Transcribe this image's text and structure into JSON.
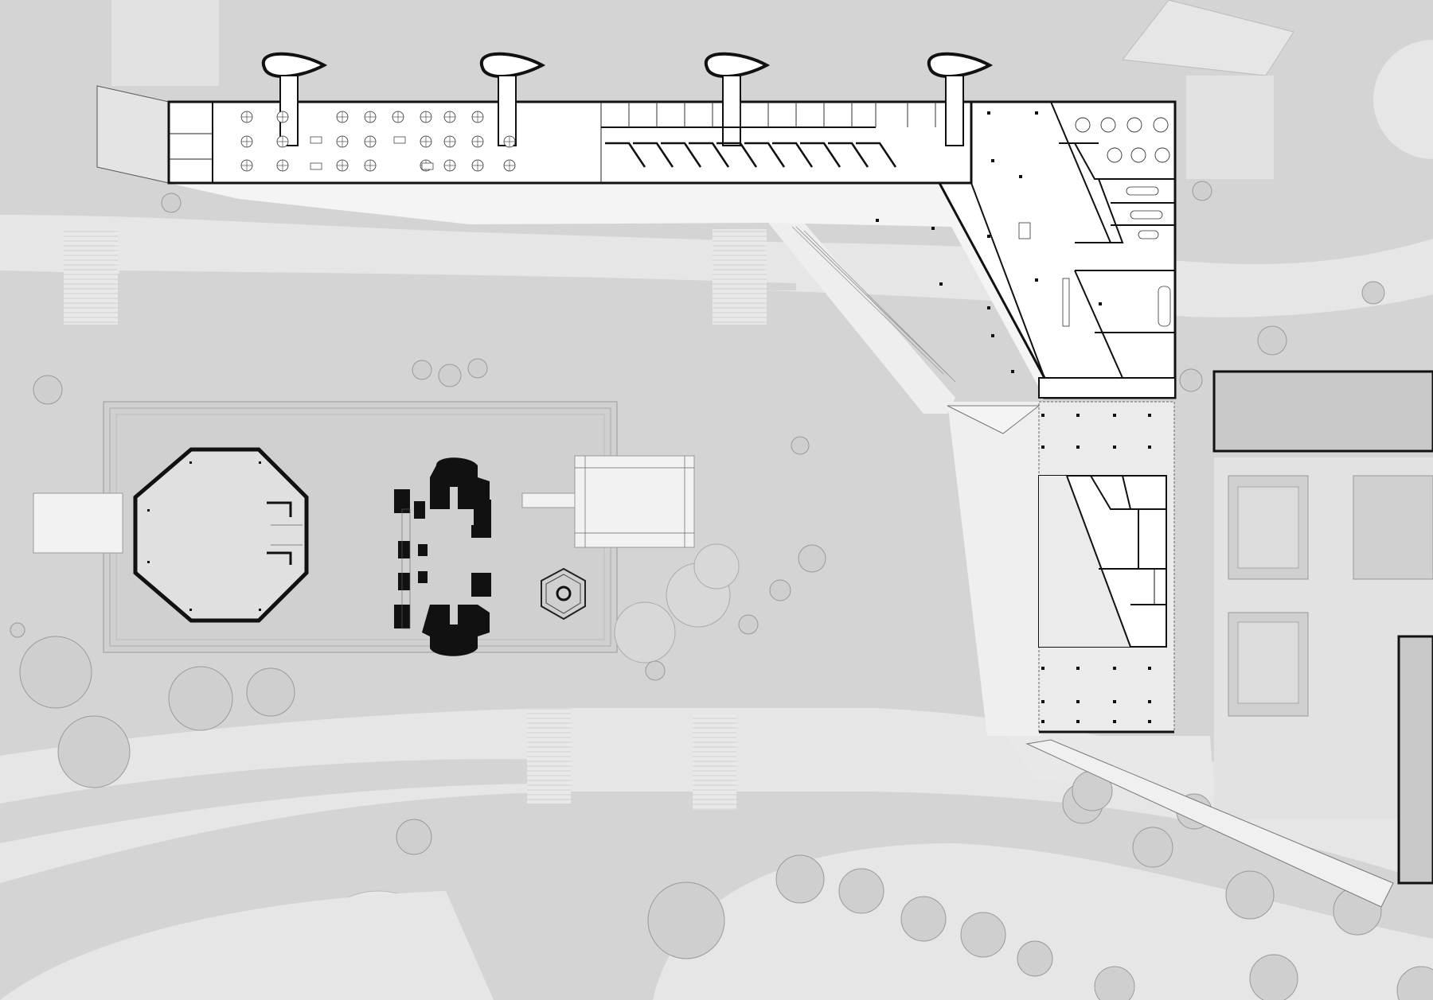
{
  "drawing": {
    "colors": {
      "ground": "#d4d4d4",
      "road": "#e6e6e6",
      "plaza": "#e9e9e9",
      "building_fill": "#ffffff",
      "wall": "#111111",
      "tree": "#cfcfcf"
    },
    "elements": [
      "site-ground",
      "road-network",
      "main-building-north-wing",
      "main-building-east-wing",
      "south-annex",
      "octagonal-pavilion",
      "historic-church-ruin",
      "hexagonal-monument",
      "stair-towers",
      "courtyard-platform",
      "trees",
      "crosswalks"
    ]
  }
}
